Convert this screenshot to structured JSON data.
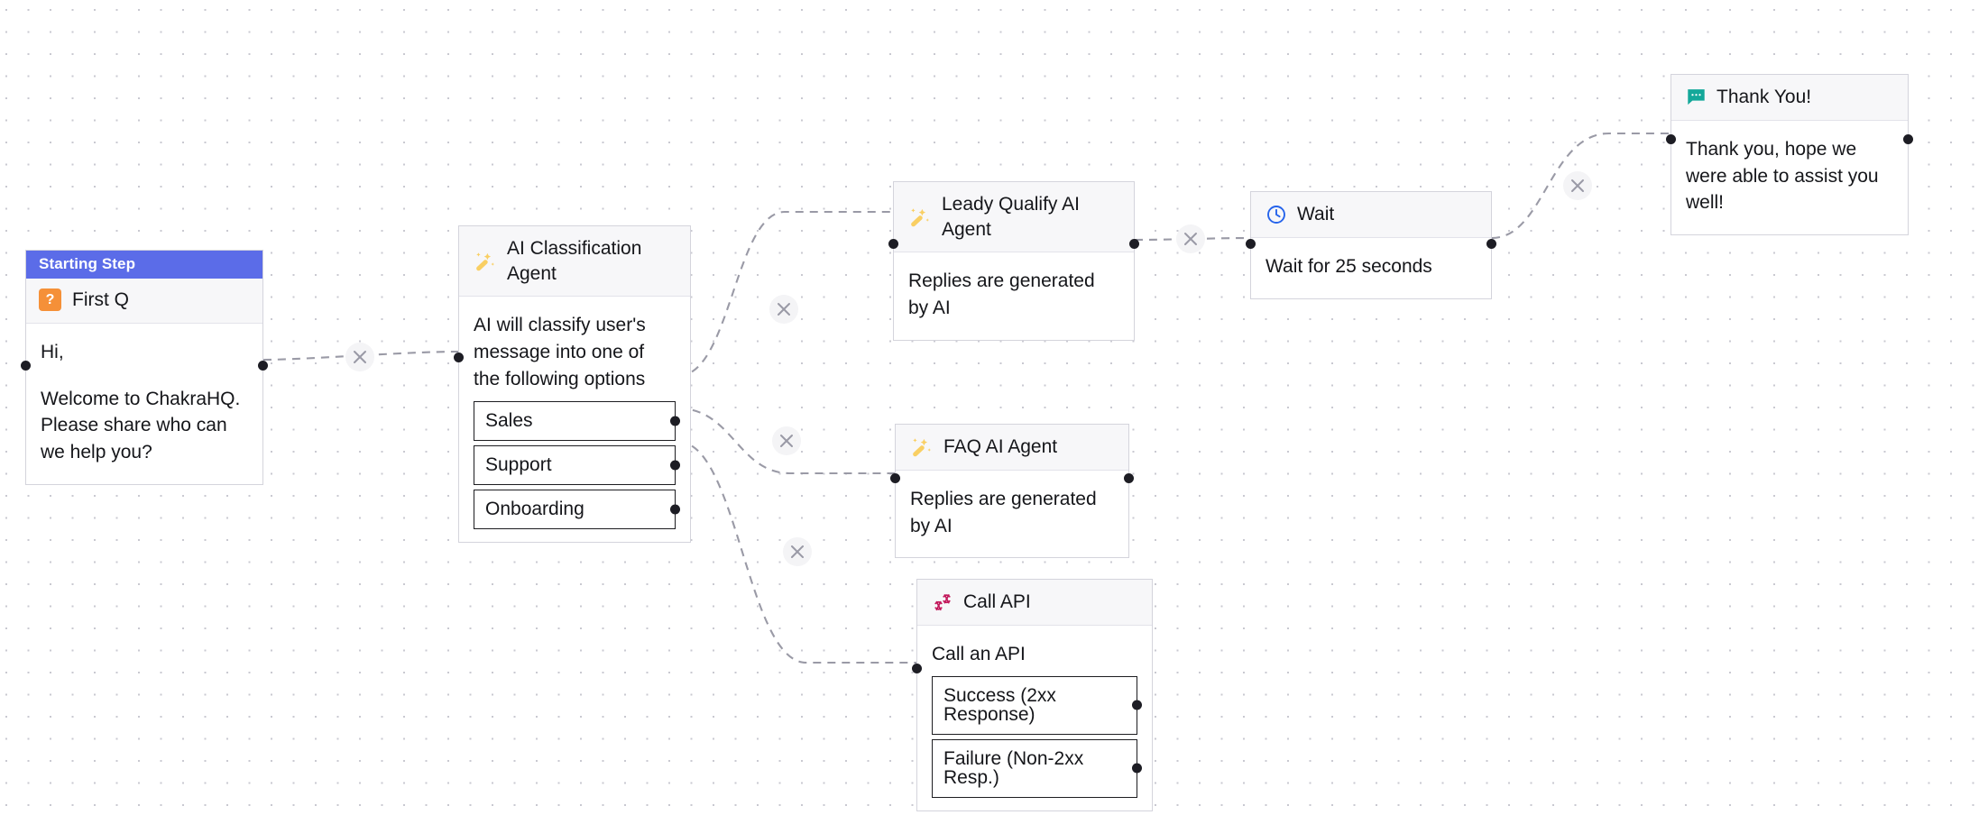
{
  "canvas": {
    "background_color": "#ffffff",
    "grid_dot_color": "#c9c9d1",
    "edge_color": "#9a9aa6",
    "handle_color": "#1d1d24"
  },
  "nodes": {
    "start": {
      "band_label": "Starting Step",
      "band_color": "#5b6ce8",
      "icon_name": "question-badge-icon",
      "icon_glyph": "?",
      "icon_color": "#f59038",
      "title": "First Q",
      "body_line_1": "Hi,",
      "body_line_2": "Welcome to ChakraHQ. Please share who can we help you?"
    },
    "classification": {
      "icon_name": "magic-wand-icon",
      "icon_color": "#f9cf63",
      "title": "AI Classification Agent",
      "body": "AI will classify user's message into one of the following options",
      "options": [
        {
          "label": "Sales"
        },
        {
          "label": "Support"
        },
        {
          "label": "Onboarding"
        }
      ]
    },
    "leady_qualify": {
      "icon_name": "magic-wand-icon",
      "icon_color": "#f9cf63",
      "title": "Leady Qualify AI Agent",
      "body": "Replies are generated by AI"
    },
    "faq_agent": {
      "icon_name": "magic-wand-icon",
      "icon_color": "#f9cf63",
      "title": "FAQ AI Agent",
      "body": "Replies are generated by AI"
    },
    "wait": {
      "icon_name": "clock-icon",
      "icon_color": "#2563eb",
      "title": "Wait",
      "body": "Wait for 25 seconds"
    },
    "thank_you": {
      "icon_name": "chat-bubble-icon",
      "icon_color": "#14a89a",
      "title": "Thank You!",
      "body": "Thank you, hope we were able to assist you well!"
    },
    "call_api": {
      "icon_name": "api-link-icon",
      "icon_color": "#c2185b",
      "title": "Call API",
      "body": "Call an API",
      "options": [
        {
          "label": "Success (2xx Response)"
        },
        {
          "label": "Failure (Non-2xx Resp.)"
        }
      ]
    }
  },
  "edges": [
    {
      "id": "start-to-classification",
      "from": "start",
      "to": "classification",
      "delete_label": "x"
    },
    {
      "id": "sales-to-leady-qualify",
      "from": "classification.sales",
      "to": "leady_qualify",
      "delete_label": "x"
    },
    {
      "id": "leady-qualify-to-wait",
      "from": "leady_qualify",
      "to": "wait",
      "delete_label": "x"
    },
    {
      "id": "wait-to-thank-you",
      "from": "wait",
      "to": "thank_you",
      "delete_label": "x"
    },
    {
      "id": "support-to-faq",
      "from": "classification.support",
      "to": "faq_agent",
      "delete_label": "x"
    },
    {
      "id": "onboarding-to-call-api",
      "from": "classification.onboarding",
      "to": "call_api",
      "delete_label": "x"
    }
  ]
}
